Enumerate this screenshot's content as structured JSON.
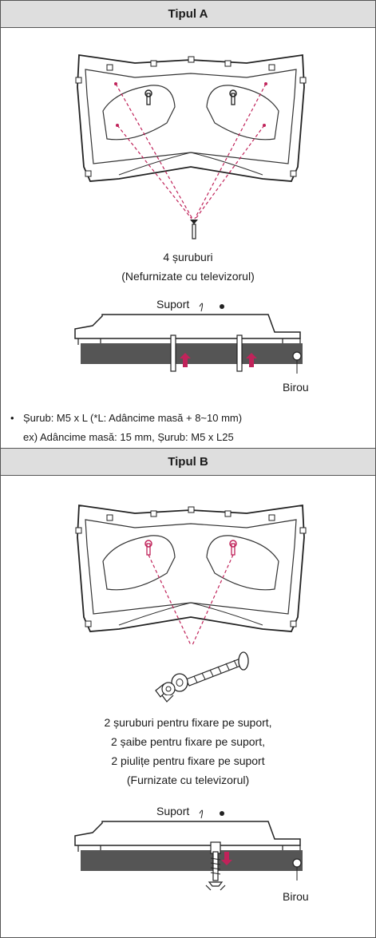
{
  "type_a": {
    "title": "Tipul A",
    "screw_caption_line1": "4 șuruburi",
    "screw_caption_line2": "(Nefurnizate cu televizorul)",
    "stand_label": "Suport",
    "desk_label": "Birou",
    "note_line1": "Șurub: M5 x L (*L: Adâncime masă + 8~10 mm)",
    "note_line2": "ex) Adâncime masă: 15 mm, Șurub: M5 x L25"
  },
  "type_b": {
    "title": "Tipul B",
    "caption_line1": "2 șuruburi pentru fixare pe suport,",
    "caption_line2": "2 șaibe pentru fixare pe suport,",
    "caption_line3": "2 piulițe pentru fixare pe suport",
    "caption_line4": "(Furnizate cu televizorul)",
    "stand_label": "Suport",
    "desk_label": "Birou"
  },
  "colors": {
    "accent": "#c0235a",
    "header_bg": "#dedede",
    "desk": "#555555"
  }
}
